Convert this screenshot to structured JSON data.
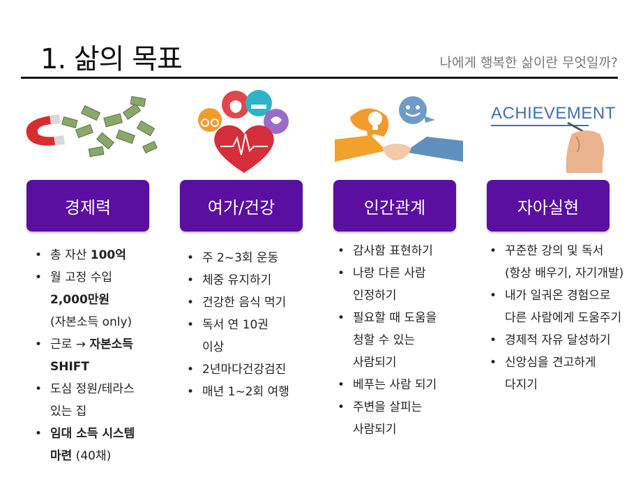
{
  "slide": {
    "title": "1. 삶의 목표",
    "subtitle": "나에게 행복한 삶이란 무엇일까?"
  },
  "columns": [
    {
      "heading": "경제력",
      "items": [
        {
          "lines": [
            [
              "총 자산 ",
              "100억"
            ]
          ]
        },
        {
          "lines": [
            [
              "월 고정 수입",
              ""
            ],
            [
              "",
              "2,000만원"
            ],
            [
              "(자본소득 only)",
              ""
            ]
          ]
        },
        {
          "lines": [
            [
              "근로 → ",
              "자본소득"
            ],
            [
              "",
              "SHIFT"
            ]
          ]
        },
        {
          "lines": [
            [
              "도심 정원/테라스",
              ""
            ],
            [
              "있는 집",
              ""
            ]
          ]
        },
        {
          "lines": [
            [
              "",
              "임대 소득 시스템"
            ],
            [
              "",
              "마련"
            ],
            [
              " (40채)",
              ""
            ]
          ]
        }
      ]
    },
    {
      "heading": "여가/건강",
      "items": [
        "주 2~3회 운동",
        "체중 유지하기",
        "건강한 음식 먹기",
        "독서 연 10권\n이상",
        "2년마다건강검진",
        "매년 1~2회 여행"
      ]
    },
    {
      "heading": "인간관계",
      "items": [
        "감사함 표현하기",
        "나랑 다른 사람\n인정하기",
        "필요할 때 도움을\n청할 수 있는\n사람되기",
        "베푸는 사람 되기",
        "주변을 살피는\n사람되기"
      ]
    },
    {
      "heading": "자아실현",
      "items": [
        "꾸준한 강의 및 독서\n(항상 배우기, 자기개발)",
        "내가 일궈온 경험으로\n다른 사람에게 도움주기",
        "경제적 자유 달성하기",
        "신앙심을 견고하게\n다지기"
      ]
    }
  ],
  "illustrations": {
    "achievement_word": "ACHIEVEMENT",
    "icons": [
      "magnet-money-icon",
      "heart-health-icon",
      "handshake-icon",
      "achievement-icon"
    ],
    "colors": {
      "box": "#5a0fa0",
      "heart": "#d62e3a",
      "orange": "#f29b2c",
      "teal": "#2fb3c7",
      "purple": "#9a6cc7",
      "steel": "#6f9bc4"
    }
  }
}
